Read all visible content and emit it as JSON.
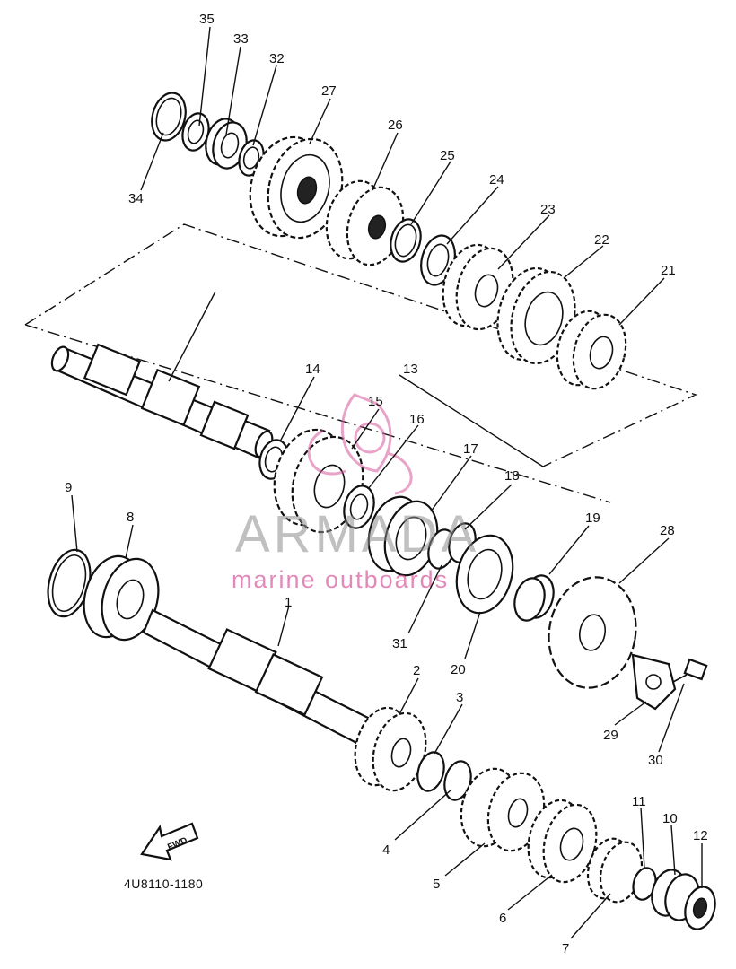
{
  "diagram_code": "4U8110-1180",
  "fwd_label": "FWD",
  "watermark": {
    "brand": "ARMADA",
    "tagline": "marine outboards"
  },
  "callouts": [
    "1",
    "2",
    "3",
    "4",
    "5",
    "6",
    "7",
    "8",
    "9",
    "10",
    "11",
    "12",
    "13",
    "14",
    "15",
    "16",
    "17",
    "18",
    "19",
    "20",
    "21",
    "22",
    "23",
    "24",
    "25",
    "26",
    "27",
    "28",
    "29",
    "30",
    "31",
    "32",
    "33",
    "34",
    "35"
  ]
}
